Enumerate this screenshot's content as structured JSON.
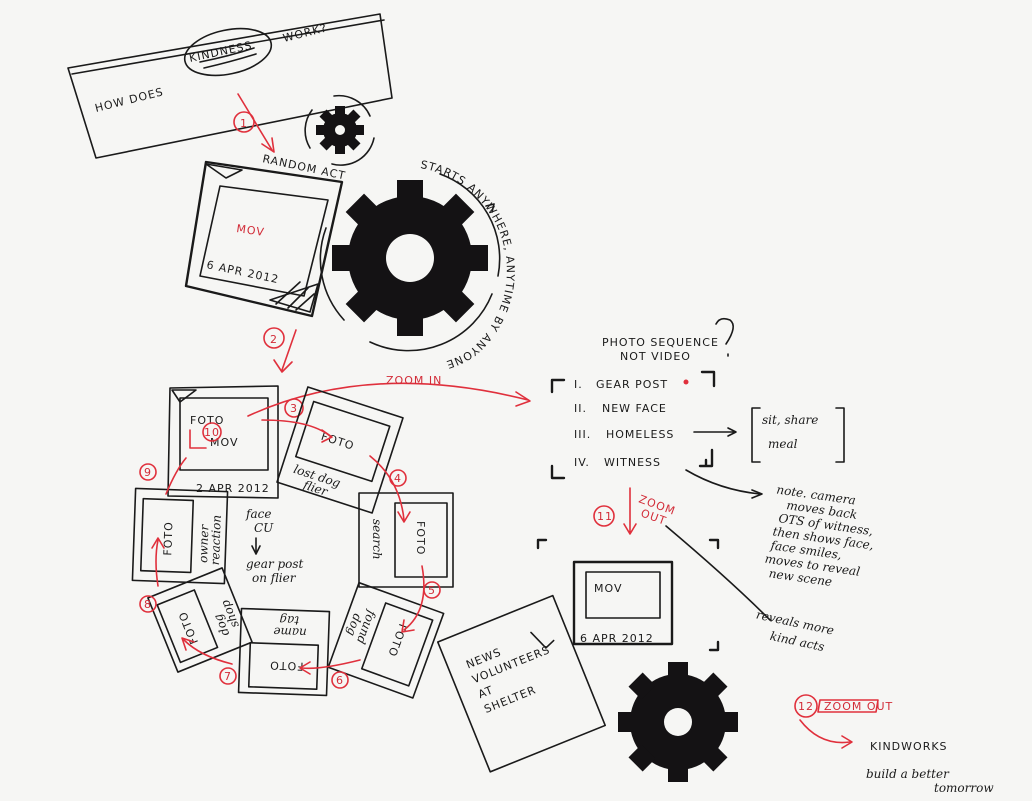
{
  "question": {
    "pre": "HOW DOES",
    "keyword": "KINDNESS",
    "post": "WORK?"
  },
  "steps": {
    "s1": "1",
    "s2": "2",
    "s3": "3",
    "s4": "4",
    "s5": "5",
    "s6": "6",
    "s7": "7",
    "s8": "8",
    "s9": "9",
    "s10": "10",
    "s11": "11",
    "s12": "12"
  },
  "random_act": {
    "title": "RANDOM ACT",
    "media": "MOV",
    "date": "6 APR 2012"
  },
  "gear_caption": "STARTS ANYWHERE, ANYTIME BY ANYONE",
  "cycle": {
    "main_media_1": "FOTO",
    "main_media_2": "MOV",
    "main_date": "2 APR 2012",
    "foto": "FOTO",
    "lost_dog_1": "lost dog",
    "lost_dog_2": "flier",
    "search": "search",
    "found_1": "found",
    "found_2": "dog",
    "name_1": "name",
    "name_2": "tag",
    "dog_1": "dog",
    "dog_2": "shop",
    "owner_1": "owner",
    "owner_2": "reaction",
    "center_1": "face",
    "center_2": "CU",
    "center_3": "gear post",
    "center_4": "on flier"
  },
  "zoom_in": "ZOOM IN",
  "photo_sequence": {
    "heading_1": "PHOTO SEQUENCE",
    "heading_2": "NOT VIDEO",
    "items": [
      {
        "num": "I.",
        "label": "GEAR POST"
      },
      {
        "num": "II.",
        "label": "NEW FACE"
      },
      {
        "num": "III.",
        "label": "HOMELESS"
      },
      {
        "num": "IV.",
        "label": "WITNESS"
      }
    ],
    "bracket_1": "sit, share",
    "bracket_2": "meal"
  },
  "note": [
    "note. camera",
    "moves back",
    "OTS of witness,",
    "then shows face,",
    "face smiles,",
    "moves to reveal",
    "new scene"
  ],
  "zoom_out_1": {
    "a": "ZOOM",
    "b": "OUT"
  },
  "final_frame": {
    "media": "MOV",
    "date": "6 APR 2012"
  },
  "news_card": [
    "NEWS",
    "VOLUNTEERS",
    "AT",
    "SHELTER"
  ],
  "reveals": [
    "reveals more",
    "kind acts"
  ],
  "zoom_out_2": "ZOOM OUT",
  "brand": {
    "name": "KINDWORKS",
    "tagline_1": "build a better",
    "tagline_2": "tomorrow"
  }
}
